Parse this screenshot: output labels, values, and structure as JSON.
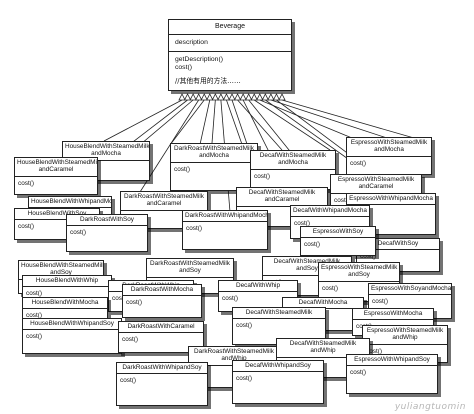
{
  "beverage": {
    "name": "Beverage",
    "attribute": "description",
    "methods": [
      "getDescription()",
      "cost()"
    ],
    "comment": "//其他有用的方法……"
  },
  "classes": [
    {
      "name": "HouseBlendWithSteamedMilk\nandMocha",
      "method": "cost()"
    },
    {
      "name": "DarkRoastWithSteamedMilk\nandMocha",
      "method": "cost()"
    },
    {
      "name": "DecafWithSteamedMilk\nandMocha",
      "method": "cost()"
    },
    {
      "name": "EspressoWithSteamedMilk\nandMocha",
      "method": "cost()"
    },
    {
      "name": "HouseBlendWithSteamedMilk\nandCaramel",
      "method": "cost()"
    },
    {
      "name": "HouseBlendWithWhipandMocha",
      "method": "cost()"
    },
    {
      "name": "DarkRoastWithSteamedMilk\nandCaramel",
      "method": "cost()"
    },
    {
      "name": "DecafWithSteamedMilk\nandCaramel",
      "method": "cost()"
    },
    {
      "name": "EspressoWithSteamedMilk\nandCaramel",
      "method": "cost()"
    },
    {
      "name": "EspressoWithWhipandMocha",
      "method": "cost()"
    },
    {
      "name": "DarkRoastWithWhipandMocha",
      "method": "cost()"
    },
    {
      "name": "DecafWithWhipandMocha",
      "method": "cost()"
    },
    {
      "name": "HouseBlendWithSoy",
      "method": "cost()"
    },
    {
      "name": "DarkRoastWithSoy",
      "method": "cost()"
    },
    {
      "name": "DecafWithSoy",
      "method": "cost()"
    },
    {
      "name": "EspressoWithSoy",
      "method": "cost()"
    },
    {
      "name": "HouseBlendWithSteamedMilk\nandSoy",
      "method": "cost()"
    },
    {
      "name": "DarkRoastWithSteamedMilk\nandSoy",
      "method": "cost()"
    },
    {
      "name": "DecafWithSteamedMilk\nandSoy",
      "method": "cost()"
    },
    {
      "name": "EspressoWithSteamedMilk\nandSoy",
      "method": "cost()"
    },
    {
      "name": "HouseBlendWithWhip",
      "method": "cost()"
    },
    {
      "name": "DarkRoastWithWhip",
      "method": "cost()"
    },
    {
      "name": "DecafWithWhip",
      "method": "cost()"
    },
    {
      "name": "EspressoWithSoyandMocha",
      "method": "cost()"
    },
    {
      "name": "HouseBlendWithMocha",
      "method": "cost()"
    },
    {
      "name": "DarkRoastWithMocha",
      "method": "cost()"
    },
    {
      "name": "DecafWithMocha",
      "method": "cost()"
    },
    {
      "name": "EspressoWithMocha",
      "method": "cost()"
    },
    {
      "name": "HouseBlendWithWhipandSoy",
      "method": "cost()"
    },
    {
      "name": "DarkRoastWithCaramel",
      "method": "cost()"
    },
    {
      "name": "DecafWithSteamedMilk",
      "method": "cost()"
    },
    {
      "name": "EspressoWithSteamedMilk\nandWhip",
      "method": "cost()"
    },
    {
      "name": "DarkRoastWithSteamedMilk\nandWhip",
      "method": "cost()"
    },
    {
      "name": "DecafWithSteamedMilk\nandWhip",
      "method": "cost()"
    },
    {
      "name": "EspressoWithWhipandSoy",
      "method": "cost()"
    },
    {
      "name": "DarkRoastWithWhipandSoy",
      "method": "cost()"
    },
    {
      "name": "DecafWithWhipandSoy",
      "method": "cost()"
    }
  ],
  "watermark": "yuliangtuomin"
}
